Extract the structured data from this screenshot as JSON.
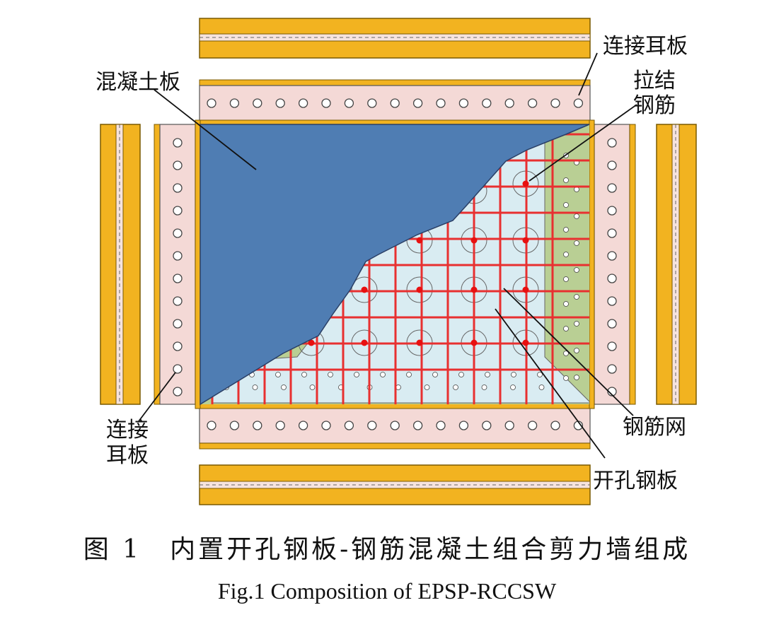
{
  "labels": {
    "ear_plate_top": "连接耳板",
    "concrete_slab": "混凝土板",
    "tie_bar_line1": "拉结",
    "tie_bar_line2": "钢筋",
    "ear_plate_bottom_line1": "连接",
    "ear_plate_bottom_line2": "耳板",
    "rebar_mesh": "钢筋网",
    "perforated_plate": "开孔钢板"
  },
  "caption": {
    "zh": "图 1　内置开孔钢板-钢筋混凝土组合剪力墙组成",
    "en": "Fig.1   Composition of EPSP-RCCSW"
  },
  "colors": {
    "steel_flange": "#F2B320",
    "ear_plate": "#F4D9D6",
    "concrete": "#4F7DB3",
    "rebar": "#E83030",
    "perforated_plate": "#D9ECF2",
    "cover_plate": "#B9CF94"
  }
}
